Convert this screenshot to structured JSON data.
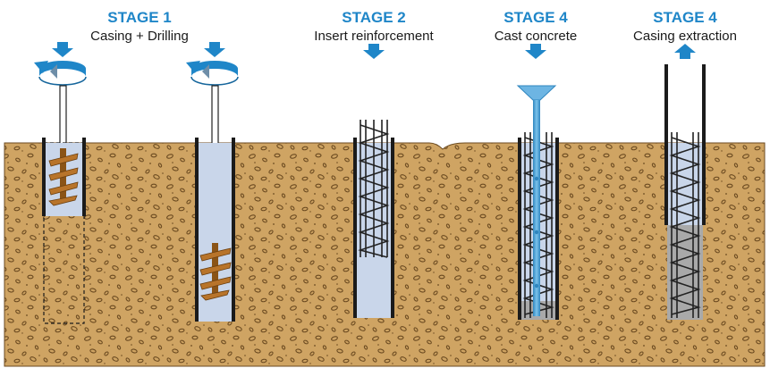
{
  "stages": [
    {
      "title": "STAGE 1",
      "subtitle": "Casing + Drilling"
    },
    {
      "title": "STAGE 2",
      "subtitle": "Insert reinforcement"
    },
    {
      "title": "STAGE 4",
      "subtitle": "Cast concrete"
    },
    {
      "title": "STAGE 4",
      "subtitle": "Casing extraction"
    }
  ],
  "colors": {
    "heading": "#1f86c8",
    "arrow": "#1f86c8",
    "soil": "#cfa463",
    "soil_dark": "#a9773a",
    "bore_fill": "#c9d6ea",
    "casing": "#1b1b1b",
    "rebar": "#222222",
    "concrete": "#a9a9a9",
    "tremie": "#4ba3d8",
    "auger": "#a9651b"
  },
  "icons": {
    "rotation": "rotation-arrow-icon",
    "down": "down-arrow-icon",
    "up": "up-arrow-icon"
  }
}
